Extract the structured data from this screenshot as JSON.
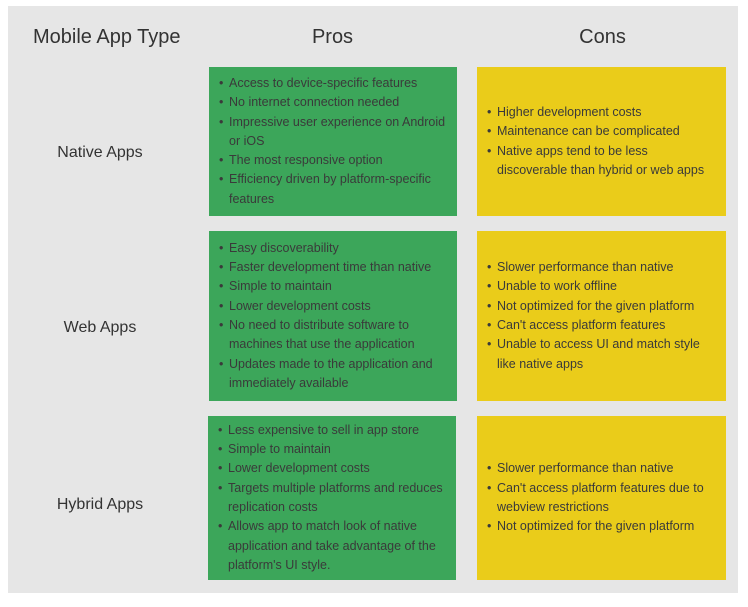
{
  "headers": {
    "type": "Mobile App Type",
    "pros": "Pros",
    "cons": "Cons"
  },
  "rows": [
    {
      "label": "Native Apps",
      "pros": [
        "Access to device-specific features",
        "No internet connection needed",
        "Impressive user experience on Android or iOS",
        "The most responsive option",
        "Efficiency driven by platform-specific features"
      ],
      "cons": [
        "Higher development costs",
        "Maintenance can be complicated",
        "Native apps tend to be less discoverable than hybrid or web apps"
      ]
    },
    {
      "label": "Web Apps",
      "pros": [
        "Easy discoverability",
        "Faster development time than native",
        "Simple to maintain",
        "Lower development costs",
        "No need to distribute software to machines that use the application",
        "Updates made to the application and immediately available"
      ],
      "cons": [
        "Slower performance than native",
        "Unable to work offline",
        "Not optimized for the given platform",
        "Can't access platform features",
        "Unable to access UI and match style like native apps"
      ]
    },
    {
      "label": "Hybrid Apps",
      "pros": [
        "Less expensive to sell in app store",
        "Simple to maintain",
        "Lower development costs",
        "Targets multiple platforms and reduces replication costs",
        "Allows app to match look of native application and take advantage of the platform's UI style."
      ],
      "cons": [
        "Slower performance than native",
        "Can't access platform features due to webview restrictions",
        "Not optimized for the given platform"
      ]
    }
  ],
  "colors": {
    "pros_background": "#3ca65a",
    "cons_background": "#eacc1a",
    "panel_background": "#e6e6e6"
  }
}
